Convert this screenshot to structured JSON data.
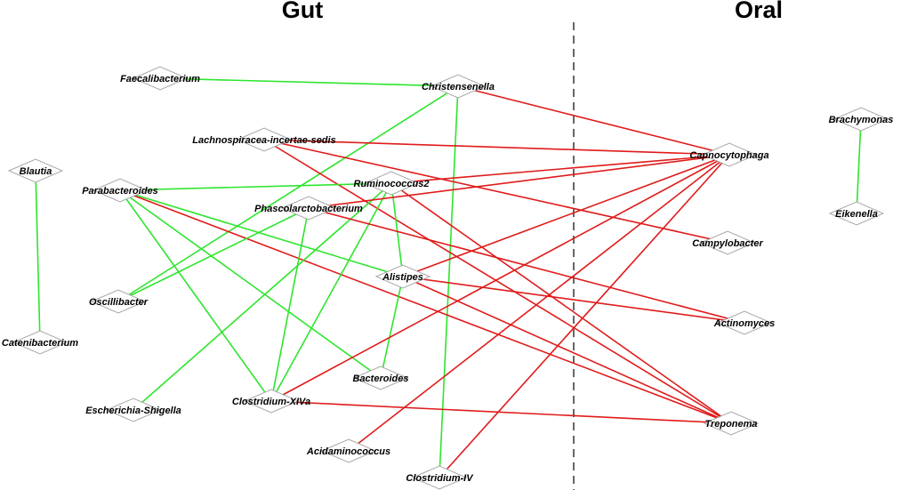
{
  "sections": {
    "gut": "Gut",
    "oral": "Oral"
  },
  "colors": {
    "positive": "#2ee52e",
    "negative": "#e01b1b",
    "divider": "#666666",
    "node_border": "#a8a8a8"
  },
  "nodes": [
    {
      "id": "faecalibacterium",
      "label": "Faecalibacterium"
    },
    {
      "id": "christensenella",
      "label": "Christensenella"
    },
    {
      "id": "lachnospiracea",
      "label": "Lachnospiracea-incertae-sedis"
    },
    {
      "id": "blautia",
      "label": "Blautia"
    },
    {
      "id": "parabacteroides",
      "label": "Parabacteroides"
    },
    {
      "id": "ruminococcus2",
      "label": "Ruminococcus2"
    },
    {
      "id": "phascolarctobacterium",
      "label": "Phascolarctobacterium"
    },
    {
      "id": "alistipes",
      "label": "Alistipes"
    },
    {
      "id": "oscillibacter",
      "label": "Oscillibacter"
    },
    {
      "id": "catenibacterium",
      "label": "Catenibacterium"
    },
    {
      "id": "bacteroides",
      "label": "Bacteroides"
    },
    {
      "id": "clostridium_xiva",
      "label": "Clostridium-XIVa"
    },
    {
      "id": "escherichia",
      "label": "Escherichia-Shigella"
    },
    {
      "id": "acidaminococcus",
      "label": "Acidaminococcus"
    },
    {
      "id": "clostridium_iv",
      "label": "Clostridium-IV"
    },
    {
      "id": "capnocytophaga",
      "label": "Capnocytophaga"
    },
    {
      "id": "campylobacter",
      "label": "Campylobacter"
    },
    {
      "id": "actinomyces",
      "label": "Actinomyces"
    },
    {
      "id": "treponema",
      "label": "Treponema"
    },
    {
      "id": "brachymonas",
      "label": "Brachymonas"
    },
    {
      "id": "eikenella",
      "label": "Eikenella"
    }
  ],
  "edges": [
    {
      "source": "faecalibacterium",
      "target": "christensenella",
      "sign": "positive"
    },
    {
      "source": "christensenella",
      "target": "oscillibacter",
      "sign": "positive"
    },
    {
      "source": "christensenella",
      "target": "clostridium_iv",
      "sign": "positive"
    },
    {
      "source": "christensenella",
      "target": "capnocytophaga",
      "sign": "negative"
    },
    {
      "source": "lachnospiracea",
      "target": "capnocytophaga",
      "sign": "negative"
    },
    {
      "source": "lachnospiracea",
      "target": "campylobacter",
      "sign": "negative"
    },
    {
      "source": "lachnospiracea",
      "target": "treponema",
      "sign": "negative"
    },
    {
      "source": "blautia",
      "target": "catenibacterium",
      "sign": "positive"
    },
    {
      "source": "parabacteroides",
      "target": "ruminococcus2",
      "sign": "positive"
    },
    {
      "source": "parabacteroides",
      "target": "alistipes",
      "sign": "positive"
    },
    {
      "source": "parabacteroides",
      "target": "bacteroides",
      "sign": "positive"
    },
    {
      "source": "parabacteroides",
      "target": "clostridium_xiva",
      "sign": "positive"
    },
    {
      "source": "parabacteroides",
      "target": "treponema",
      "sign": "negative"
    },
    {
      "source": "ruminococcus2",
      "target": "alistipes",
      "sign": "positive"
    },
    {
      "source": "ruminococcus2",
      "target": "clostridium_xiva",
      "sign": "positive"
    },
    {
      "source": "ruminococcus2",
      "target": "escherichia",
      "sign": "positive"
    },
    {
      "source": "ruminococcus2",
      "target": "capnocytophaga",
      "sign": "negative"
    },
    {
      "source": "ruminococcus2",
      "target": "treponema",
      "sign": "negative"
    },
    {
      "source": "phascolarctobacterium",
      "target": "oscillibacter",
      "sign": "positive"
    },
    {
      "source": "phascolarctobacterium",
      "target": "clostridium_xiva",
      "sign": "positive"
    },
    {
      "source": "phascolarctobacterium",
      "target": "capnocytophaga",
      "sign": "negative"
    },
    {
      "source": "phascolarctobacterium",
      "target": "actinomyces",
      "sign": "negative"
    },
    {
      "source": "alistipes",
      "target": "bacteroides",
      "sign": "positive"
    },
    {
      "source": "alistipes",
      "target": "capnocytophaga",
      "sign": "negative"
    },
    {
      "source": "alistipes",
      "target": "actinomyces",
      "sign": "negative"
    },
    {
      "source": "alistipes",
      "target": "treponema",
      "sign": "negative"
    },
    {
      "source": "clostridium_xiva",
      "target": "capnocytophaga",
      "sign": "negative"
    },
    {
      "source": "clostridium_xiva",
      "target": "treponema",
      "sign": "negative"
    },
    {
      "source": "acidaminococcus",
      "target": "capnocytophaga",
      "sign": "negative"
    },
    {
      "source": "clostridium_iv",
      "target": "capnocytophaga",
      "sign": "negative"
    },
    {
      "source": "brachymonas",
      "target": "eikenella",
      "sign": "positive"
    }
  ]
}
